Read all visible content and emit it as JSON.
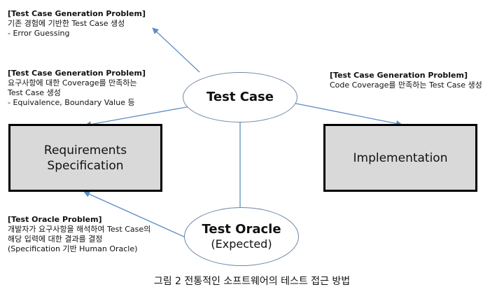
{
  "colors": {
    "line": "#5b8ec4",
    "box_fill": "#d9d9d9",
    "box_border": "#000000"
  },
  "nodes": {
    "test_case": {
      "label": "Test Case"
    },
    "test_oracle": {
      "label": "Test Oracle",
      "sub": "(Expected)"
    },
    "requirements": {
      "line1": "Requirements",
      "line2": "Specification"
    },
    "implementation": {
      "label": "Implementation"
    }
  },
  "notes": {
    "top_left": {
      "title": "[Test Case Generation Problem]",
      "lines": [
        "기존 경험에 기반한 Test Case 생성",
        "- Error Guessing"
      ]
    },
    "mid_left": {
      "title": "[Test Case Generation Problem]",
      "lines": [
        "요구사항에 대한 Coverage를 만족하는",
        "Test Case 생성",
        "- Equivalence, Boundary Value 등"
      ]
    },
    "right": {
      "title": "[Test Case Generation Problem]",
      "lines": [
        "Code Coverage를 만족하는 Test Case 생성"
      ]
    },
    "bottom_left": {
      "title": "[Test Oracle Problem]",
      "lines": [
        "개발자가 요구사항을 해석하여 Test Case의",
        "해당 입력에 대한 결과를 결정",
        "(Specification 기반 Human Oracle)"
      ]
    }
  },
  "caption": "그림 2 전통적인 소프트웨어의 테스트 접근 방법"
}
